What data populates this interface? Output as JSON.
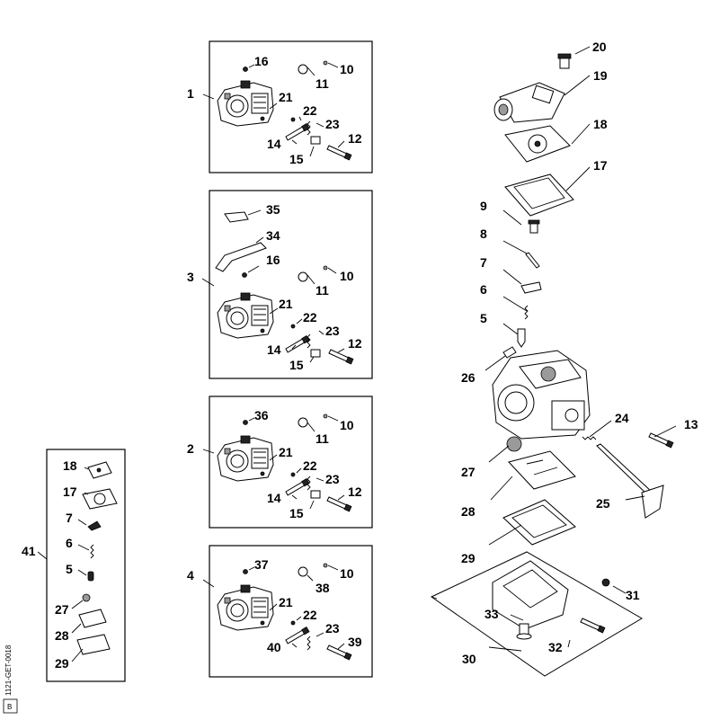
{
  "diagram": {
    "drawing_code": "1121-GET-0018",
    "drawing_code_suffix": "B",
    "labels": {
      "box1": {
        "box": "1",
        "a": "16",
        "b": "10",
        "c": "11",
        "d": "21",
        "e": "22",
        "f": "23",
        "g": "12",
        "h": "14",
        "i": "15"
      },
      "box3": {
        "box": "3",
        "p": "35",
        "q": "34",
        "a": "16",
        "b": "10",
        "c": "11",
        "d": "21",
        "e": "22",
        "f": "23",
        "g": "12",
        "h": "14",
        "i": "15"
      },
      "box2": {
        "box": "2",
        "a": "36",
        "b": "10",
        "c": "11",
        "d": "21",
        "e": "22",
        "f": "23",
        "g": "12",
        "h": "14",
        "i": "15"
      },
      "box4": {
        "box": "4",
        "a": "37",
        "b": "10",
        "c": "38",
        "d": "21",
        "e": "22",
        "f": "23",
        "g": "39",
        "h": "40"
      },
      "kit41": {
        "box": "41",
        "a": "18",
        "b": "17",
        "c": "7",
        "d": "6",
        "e": "5",
        "f": "27",
        "g": "28",
        "h": "29"
      },
      "main": {
        "l20": "20",
        "l19": "19",
        "l18": "18",
        "l17": "17",
        "l9": "9",
        "l8": "8",
        "l7": "7",
        "l6": "6",
        "l5": "5",
        "l26": "26",
        "l24": "24",
        "l13": "13",
        "l27": "27",
        "l25": "25",
        "l28": "28",
        "l29": "29",
        "l31": "31",
        "l33": "33",
        "l32": "32",
        "l30": "30"
      }
    }
  }
}
